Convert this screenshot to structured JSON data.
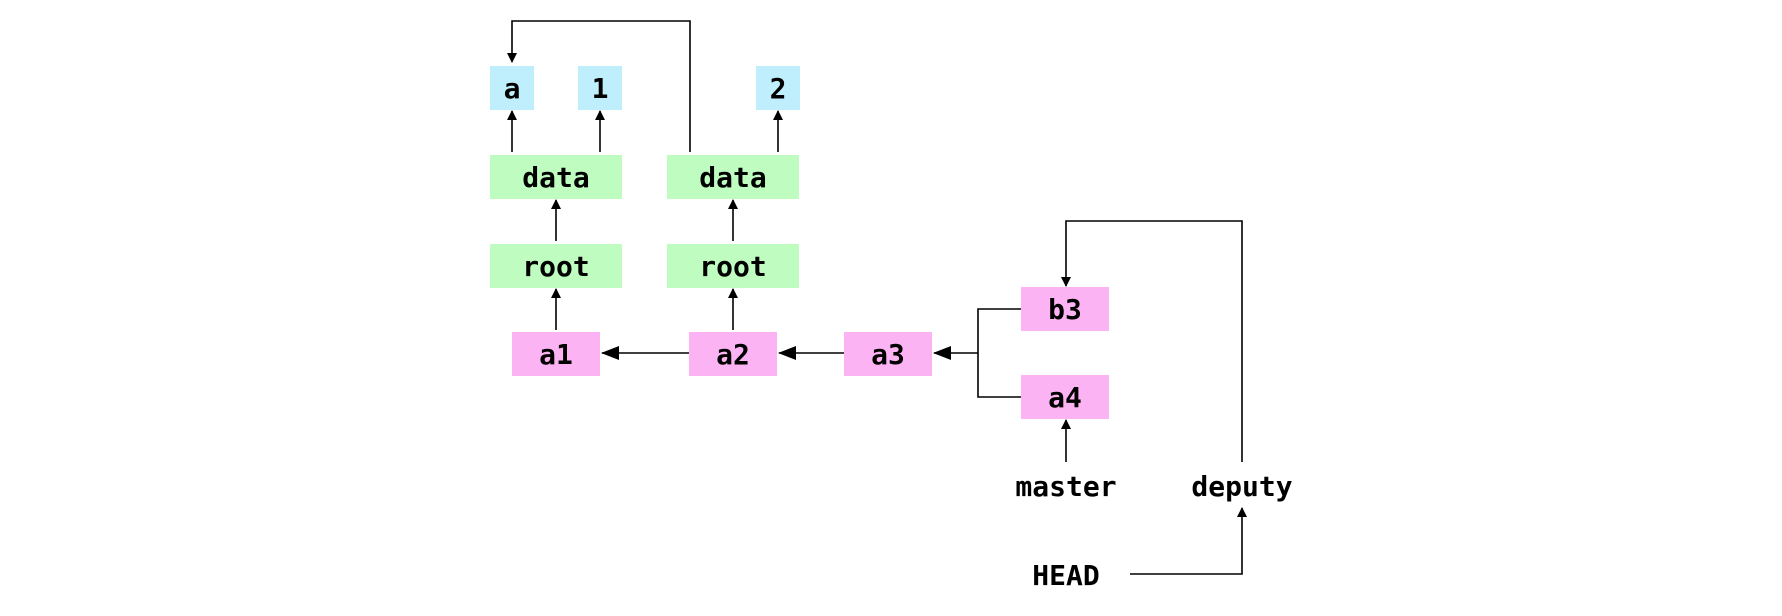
{
  "colors": {
    "blob": "#bfeefc",
    "tree": "#bffcbf",
    "commit": "#fcb3f4",
    "line": "#000000"
  },
  "nodes": {
    "blob_a": "a",
    "blob_1": "1",
    "blob_2": "2",
    "tree_data1": "data",
    "tree_data2": "data",
    "tree_root1": "root",
    "tree_root2": "root",
    "commit_a1": "a1",
    "commit_a2": "a2",
    "commit_a3": "a3",
    "commit_b3": "b3",
    "commit_a4": "a4"
  },
  "refs": {
    "master": "master",
    "deputy": "deputy",
    "head": "HEAD"
  }
}
